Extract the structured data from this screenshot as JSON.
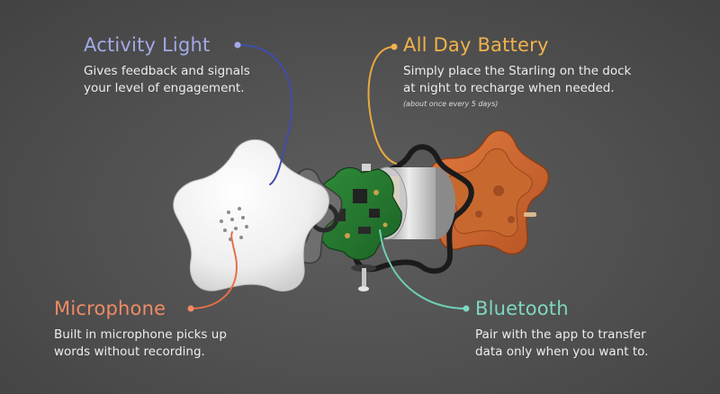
{
  "colors": {
    "activity": "#a3a9e6",
    "battery": "#f1b24c",
    "microphone": "#f08a64",
    "bluetooth": "#7ed7c1",
    "background": "#555555"
  },
  "callouts": {
    "activity": {
      "title": "Activity Light",
      "lines": [
        "Gives feedback and signals",
        "your level of engagement."
      ]
    },
    "battery": {
      "title": "All Day Battery",
      "lines": [
        "Simply place the Starling on the dock",
        "at night to recharge when needed."
      ],
      "note": "(about once every 5 days)"
    },
    "microphone": {
      "title": "Microphone",
      "lines": [
        "Built in microphone picks up",
        "words without recording."
      ]
    },
    "bluetooth": {
      "title": "Bluetooth",
      "lines": [
        "Pair with the app to transfer",
        "data only when you want to."
      ]
    }
  }
}
